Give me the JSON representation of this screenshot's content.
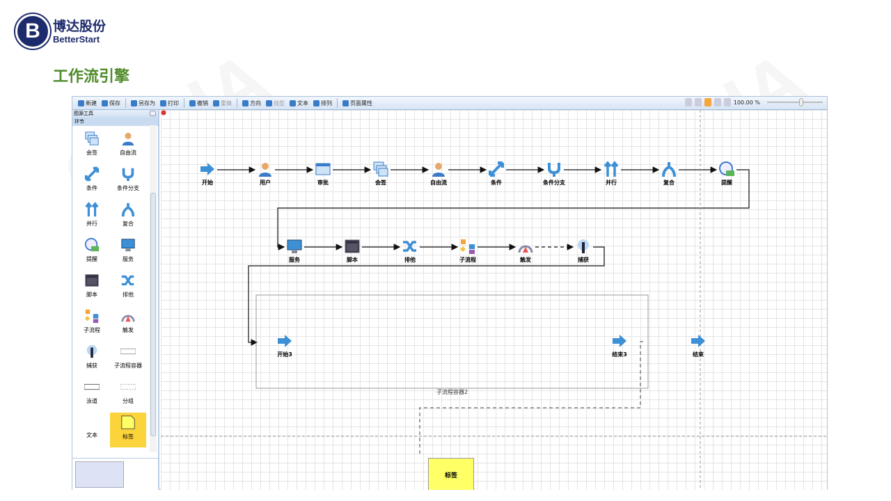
{
  "brand": {
    "cn": "博达股份",
    "en": "BetterStart",
    "mark": "B"
  },
  "page_title": "工作流引擎",
  "watermark": "CDHA",
  "toolbar": {
    "items": [
      "新建",
      "保存",
      "另存为",
      "打印",
      "撤销",
      "重做",
      "方向",
      "线型",
      "文本",
      "排列",
      "页面属性"
    ],
    "zoom": "100.00 %"
  },
  "panel": {
    "title": "图源工具",
    "section": "环节",
    "items": [
      {
        "label": "会签",
        "icon": "countersign"
      },
      {
        "label": "自由流",
        "icon": "user"
      },
      {
        "label": "条件",
        "icon": "condition"
      },
      {
        "label": "条件分支",
        "icon": "branch"
      },
      {
        "label": "并行",
        "icon": "parallel"
      },
      {
        "label": "复合",
        "icon": "merge"
      },
      {
        "label": "提醒",
        "icon": "clock"
      },
      {
        "label": "服务",
        "icon": "monitor"
      },
      {
        "label": "脚本",
        "icon": "script"
      },
      {
        "label": "排他",
        "icon": "shuffle"
      },
      {
        "label": "子流程",
        "icon": "subflow"
      },
      {
        "label": "触发",
        "icon": "trigger"
      },
      {
        "label": "捕获",
        "icon": "capture"
      },
      {
        "label": "子流程容器",
        "icon": "container"
      },
      {
        "label": "泳道",
        "icon": "lane"
      },
      {
        "label": "分组",
        "icon": "group"
      },
      {
        "label": "文本",
        "icon": "text"
      },
      {
        "label": "标签",
        "icon": "tag"
      }
    ]
  },
  "canvas": {
    "row1": [
      {
        "label": "开始",
        "icon": "start"
      },
      {
        "label": "用户",
        "icon": "user"
      },
      {
        "label": "审批",
        "icon": "window"
      },
      {
        "label": "会签",
        "icon": "countersign"
      },
      {
        "label": "自由流",
        "icon": "user"
      },
      {
        "label": "条件",
        "icon": "condition"
      },
      {
        "label": "条件分支",
        "icon": "branch"
      },
      {
        "label": "并行",
        "icon": "parallel"
      },
      {
        "label": "复合",
        "icon": "merge"
      },
      {
        "label": "提醒",
        "icon": "clock"
      }
    ],
    "row2": [
      {
        "label": "服务",
        "icon": "monitor"
      },
      {
        "label": "脚本",
        "icon": "script"
      },
      {
        "label": "排他",
        "icon": "shuffle"
      },
      {
        "label": "子流程",
        "icon": "subflow"
      },
      {
        "label": "触发",
        "icon": "trigger"
      },
      {
        "label": "捕获",
        "icon": "capture"
      }
    ],
    "container": {
      "label": "子流程容器2",
      "start": "开始3",
      "end": "结束3"
    },
    "end": "结束",
    "tag": "标签"
  }
}
